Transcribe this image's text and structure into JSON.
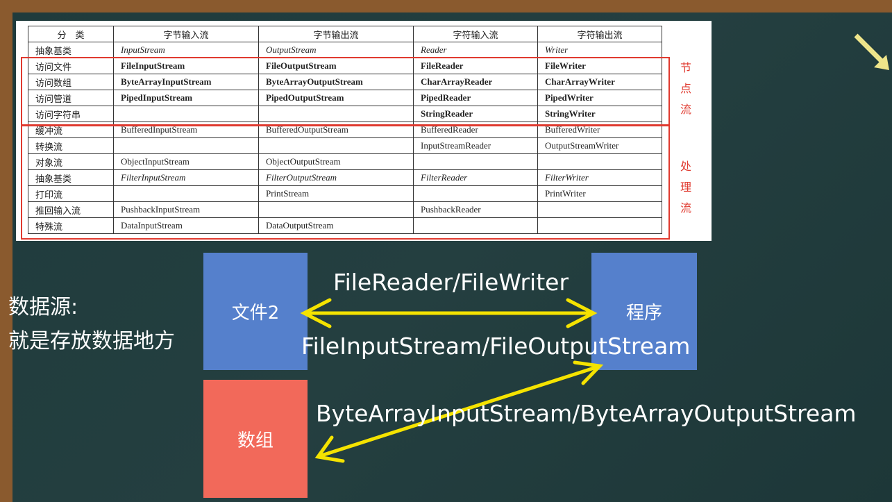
{
  "table": {
    "headers": [
      "分　类",
      "字节输入流",
      "字节输出流",
      "字符输入流",
      "字符输出流"
    ],
    "rows": [
      [
        "抽象基类",
        "InputStream",
        "OutputStream",
        "Reader",
        "Writer"
      ],
      [
        "访问文件",
        "FileInputStream",
        "FileOutputStream",
        "FileReader",
        "FileWriter"
      ],
      [
        "访问数组",
        "ByteArrayInputStream",
        "ByteArrayOutputStream",
        "CharArrayReader",
        "CharArrayWriter"
      ],
      [
        "访问管道",
        "PipedInputStream",
        "PipedOutputStream",
        "PipedReader",
        "PipedWriter"
      ],
      [
        "访问字符串",
        "",
        "",
        "StringReader",
        "StringWriter"
      ],
      [
        "缓冲流",
        "BufferedInputStream",
        "BufferedOutputStream",
        "BufferedReader",
        "BufferedWriter"
      ],
      [
        "转换流",
        "",
        "",
        "InputStreamReader",
        "OutputStreamWriter"
      ],
      [
        "对象流",
        "ObjectInputStream",
        "ObjectOutputStream",
        "",
        ""
      ],
      [
        "抽象基类",
        "FilterInputStream",
        "FilterOutputStream",
        "FilterReader",
        "FilterWriter"
      ],
      [
        "打印流",
        "",
        "PrintStream",
        "",
        "PrintWriter"
      ],
      [
        "推回输入流",
        "PushbackInputStream",
        "",
        "PushbackReader",
        ""
      ],
      [
        "特殊流",
        "DataInputStream",
        "DataOutputStream",
        "",
        ""
      ]
    ]
  },
  "labels": {
    "node_stream": "节点流",
    "processing_stream": "处理流"
  },
  "diagram": {
    "source_title": "数据源:",
    "source_desc": "就是存放数据地方",
    "file_box": "文件2",
    "program_box": "程序",
    "array_box": "数组",
    "reader_writer": "FileReader/FileWriter",
    "input_output": "FileInputStream/FileOutputStream",
    "byte_array": "ByteArrayInputStream/ByteArrayOutputStream"
  },
  "colors": {
    "blue": "#5580cc",
    "red": "#f2695a",
    "yellow": "#f5e300",
    "board": "#1f3b3c"
  }
}
